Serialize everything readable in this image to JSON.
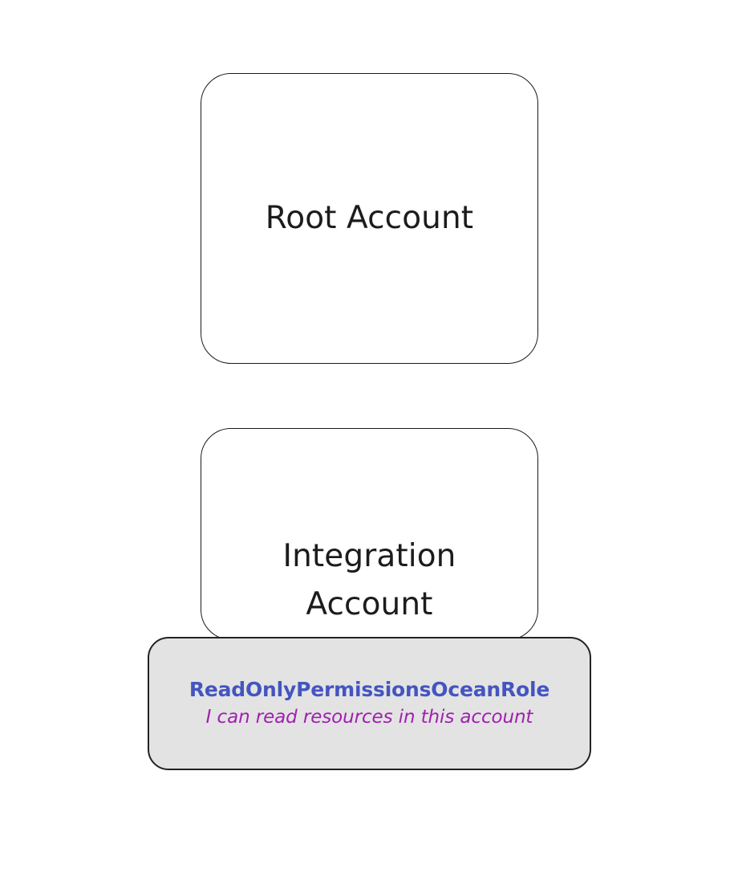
{
  "diagram": {
    "background_color": "#ffffff",
    "nodes": {
      "root_account": {
        "label": "Root Account",
        "fill_color": "#ffffff",
        "border_color": "#1a1a1a"
      },
      "integration_account": {
        "label": "Integration\nAccount",
        "fill_color": "#ffffff",
        "border_color": "#1a1a1a"
      },
      "read_only_role": {
        "title": "ReadOnlyPermissionsOceanRole",
        "subtitle": "I can read resources in this account",
        "fill_color": "#e3e3e3",
        "border_color": "#232323",
        "title_color": "#4455c0",
        "subtitle_color": "#a020b0"
      }
    }
  }
}
